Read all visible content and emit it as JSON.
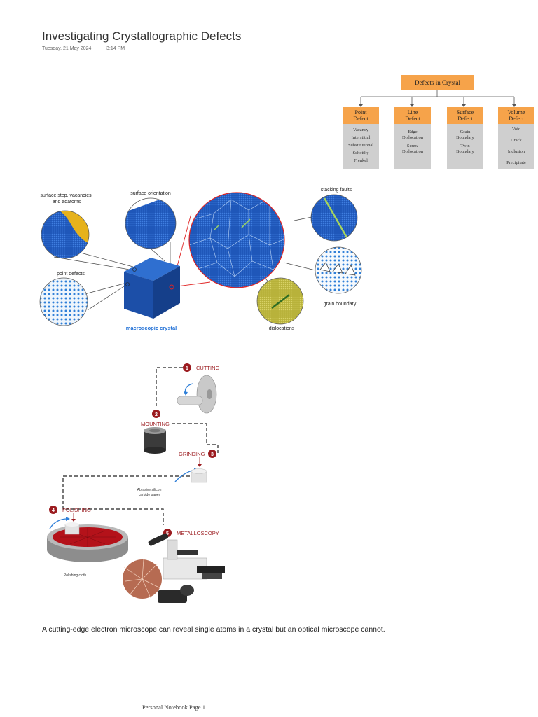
{
  "page": {
    "title": "Investigating Crystallographic Defects",
    "date": "Tuesday, 21 May 2024",
    "time": "3:14 PM",
    "caption": "A cutting-edge electron microscope can reveal single atoms in a crystal but an optical microscope cannot.",
    "footer": "Personal Notebook Page 1"
  },
  "defect_tree": {
    "root": "Defects in Crystal",
    "categories": [
      {
        "head": [
          "Point",
          "Defect"
        ],
        "items": [
          "Vacancy",
          "Interstitial",
          "Substitutional",
          "Schottky",
          "Frenkel"
        ]
      },
      {
        "head": [
          "Line",
          "Defect"
        ],
        "items": [
          "Edge Dislocation",
          "Screw Dislocation"
        ]
      },
      {
        "head": [
          "Surface",
          "Defect"
        ],
        "items": [
          "Grain Boundary",
          "Twin Boundary"
        ]
      },
      {
        "head": [
          "Volume",
          "Defect"
        ],
        "items": [
          "Void",
          "Crack",
          "Inclusion",
          "Precipitate"
        ]
      }
    ]
  },
  "crystal_figure": {
    "labels": {
      "surface_step_1": "surface step, vacancies,",
      "surface_step_2": "and adatoms",
      "surface_orientation": "surface orientation",
      "stacking_faults": "stacking faults",
      "point_defects": "point defects",
      "grain_boundary": "grain boundary",
      "dislocations": "dislocations",
      "macroscopic_crystal": "macroscopic crystal"
    }
  },
  "process_figure": {
    "steps": [
      {
        "number": "1",
        "label": "CUTTING"
      },
      {
        "number": "2",
        "label": "MOUNTING"
      },
      {
        "number": "3",
        "label": "GRINDING"
      },
      {
        "number": "4",
        "label": "POLISHING"
      },
      {
        "number": "5",
        "label": "METALLOSCOPY"
      }
    ],
    "grinding_note_1": "Abrasive silicon",
    "grinding_note_2": "carbide paper",
    "polishing_note": "Polishing cloth"
  },
  "colors": {
    "tree_orange": "#f6a34a",
    "tree_gray": "#cfcfcf",
    "crystal_blue": "#1e56b8",
    "step_red": "#9b1b1f",
    "highlight_red": "#e02424"
  }
}
